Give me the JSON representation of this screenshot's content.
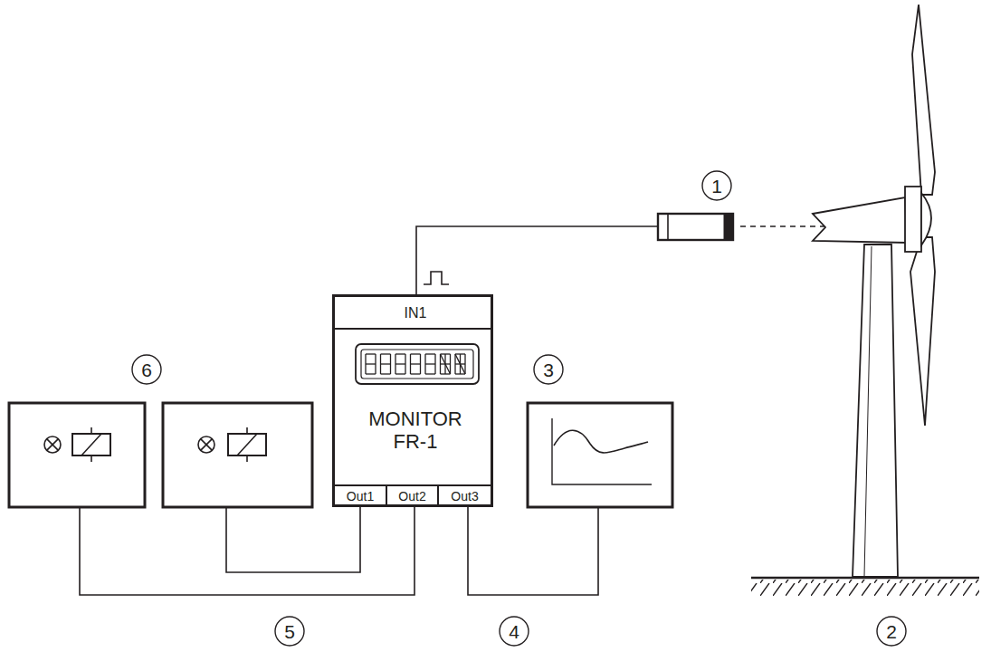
{
  "diagram": {
    "nodes": [
      {
        "text": [
          "IN1",
          "MONITOR FR-1"
        ]
      },
      {
        "text": [
          "Out1"
        ],
        "in": 0
      },
      {
        "text": [
          "Out2"
        ],
        "in": 0
      },
      {
        "text": [
          "Out3"
        ],
        "in": 0
      }
    ],
    "labels": [
      "1",
      "6",
      "3",
      "5",
      "4",
      "2"
    ]
  }
}
